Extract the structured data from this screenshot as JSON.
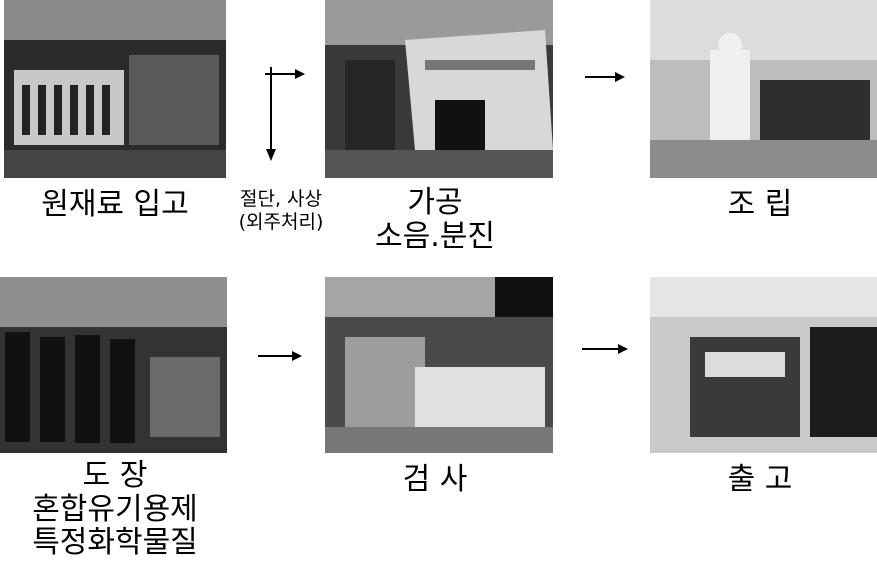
{
  "steps": {
    "raw_material": {
      "title": "원재료 입고"
    },
    "outsourcing": {
      "line1": "절단, 사상",
      "line2": "(외주처리)"
    },
    "processing": {
      "title": "가공",
      "hazard": "소음.분진"
    },
    "assembly": {
      "title": "조 립"
    },
    "painting": {
      "title": "도 장",
      "hazard1": "혼합유기용제",
      "hazard2": "특정화학물질"
    },
    "inspection": {
      "title": "검 사"
    },
    "shipping": {
      "title": "출 고"
    }
  }
}
